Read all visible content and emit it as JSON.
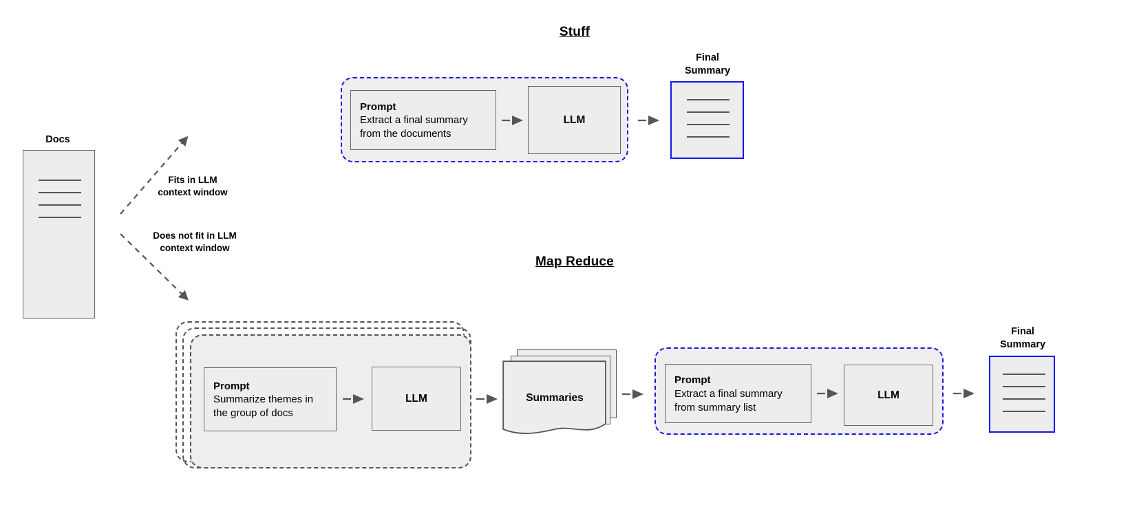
{
  "diagram": {
    "title_stuff": "Stuff",
    "title_map_reduce": "Map Reduce"
  },
  "source": {
    "docs_label": "Docs",
    "branch_fits_label": "Fits in LLM\ncontext window",
    "branch_not_fits_label": "Does not fit in LLM\ncontext window"
  },
  "stuff": {
    "prompt": {
      "title": "Prompt",
      "body": "Extract a final summary\nfrom the documents"
    },
    "llm_label": "LLM",
    "final_summary_label": "Final\nSummary"
  },
  "map_reduce": {
    "map_prompt": {
      "title": "Prompt",
      "body": "Summarize themes in\nthe group of docs"
    },
    "map_llm_label": "LLM",
    "summaries_label": "Summaries",
    "reduce_prompt": {
      "title": "Prompt",
      "body": "Extract a final summary\nfrom summary list"
    },
    "reduce_llm_label": "LLM",
    "final_summary_label": "Final\nSummary"
  },
  "colors": {
    "accent_blue": "#1616e8",
    "node_fill": "#ededed",
    "group_fill": "#eeeeee",
    "stroke_gray": "#666666",
    "arrow_gray": "#555555"
  }
}
